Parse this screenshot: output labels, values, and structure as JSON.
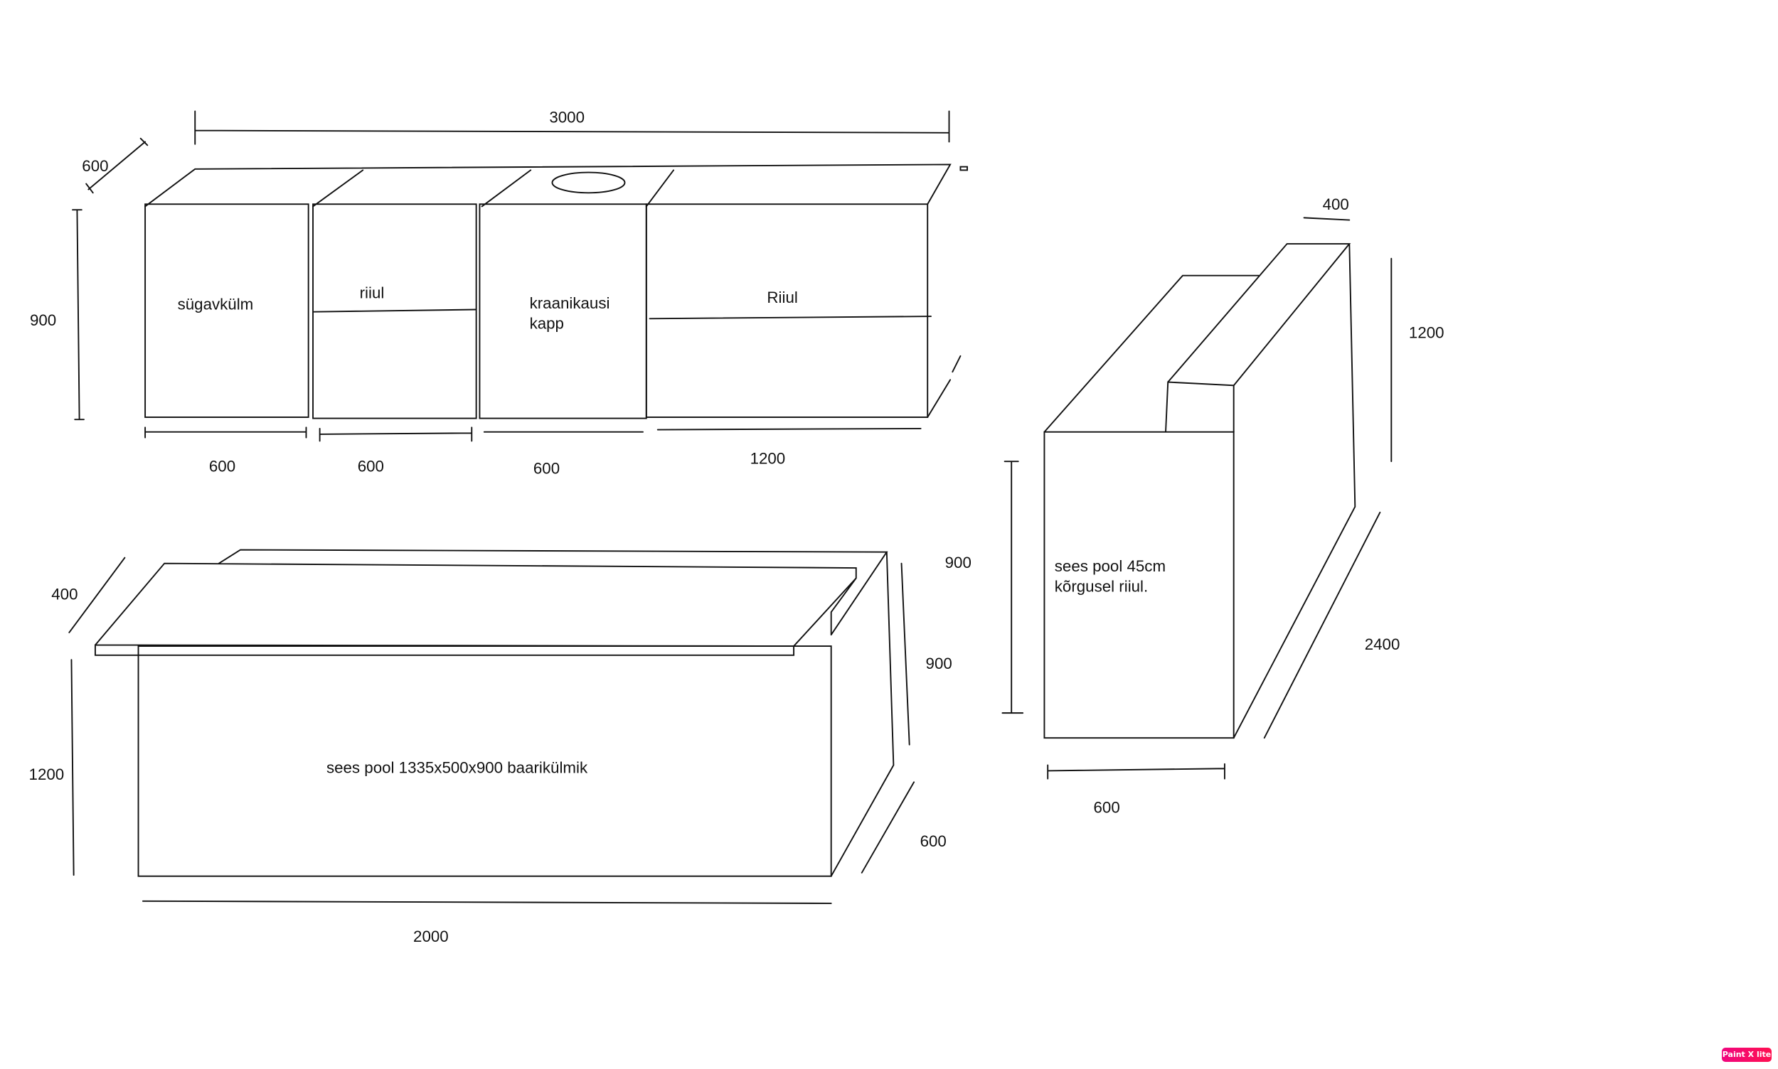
{
  "top_cabinet": {
    "total_width": "3000",
    "depth": "600",
    "height": "900",
    "sections": [
      {
        "label": "sügavkülm",
        "width": "600"
      },
      {
        "label": "riiul",
        "width": "600"
      },
      {
        "label_line1": "kraanikausi",
        "label_line2": "kapp",
        "width": "600"
      },
      {
        "label": "Riiul",
        "width": "1200"
      }
    ]
  },
  "bar_cabinet": {
    "depth_top": "400",
    "height": "1200",
    "width": "2000",
    "depth": "600",
    "inner_height": "900",
    "note": "sees pool 1335x500x900 baarikülmik"
  },
  "side_cabinet": {
    "top_depth": "400",
    "total_height": "1200",
    "length": "2400",
    "front_height": "900",
    "width": "600",
    "note_line1": "sees pool 45cm",
    "note_line2": "kõrgusel riiul."
  },
  "badge": {
    "label": "Paint X lite",
    "color": "#f0067f"
  }
}
